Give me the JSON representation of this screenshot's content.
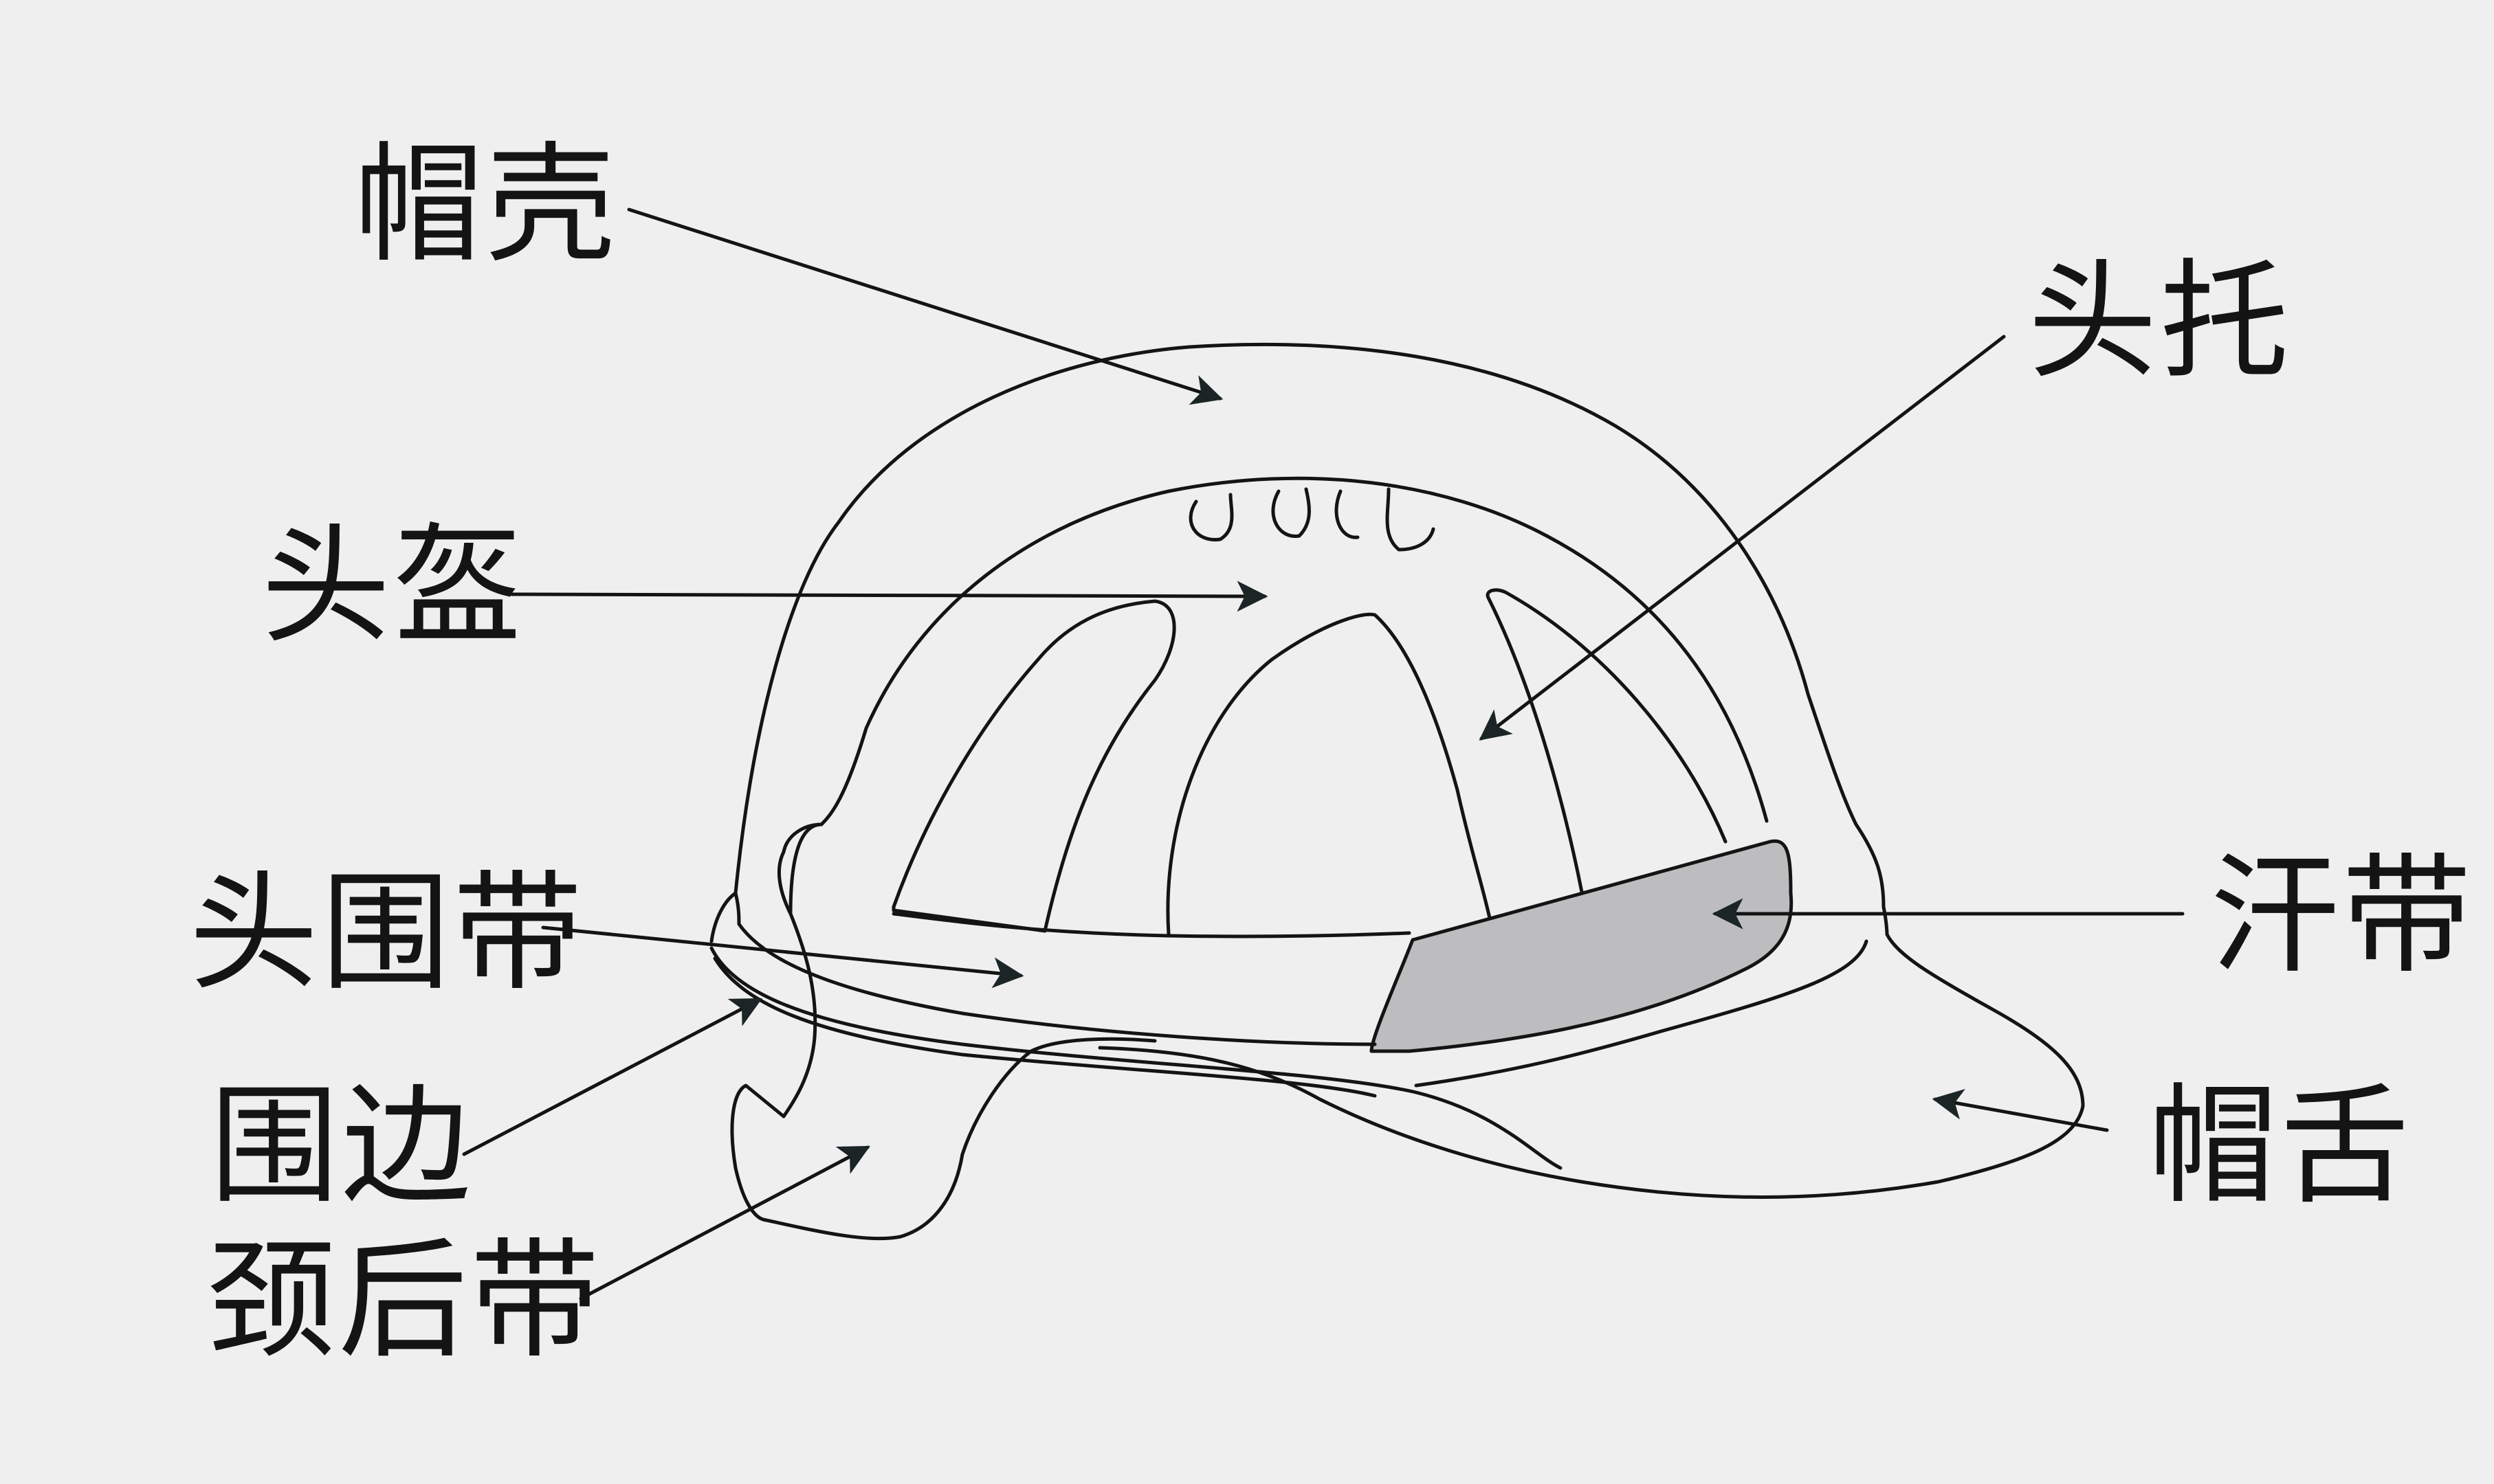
{
  "colors": {
    "background": "#efefef",
    "line": "#141414",
    "sweatband_fill": "#bdbdbf"
  },
  "labels": {
    "shell": "帽壳",
    "helmet": "头盔",
    "headband": "头围带",
    "rim": "围边",
    "neck_strap": "颈后带",
    "cradle": "头托",
    "sweatband": "汗带",
    "brim": "帽舌"
  }
}
